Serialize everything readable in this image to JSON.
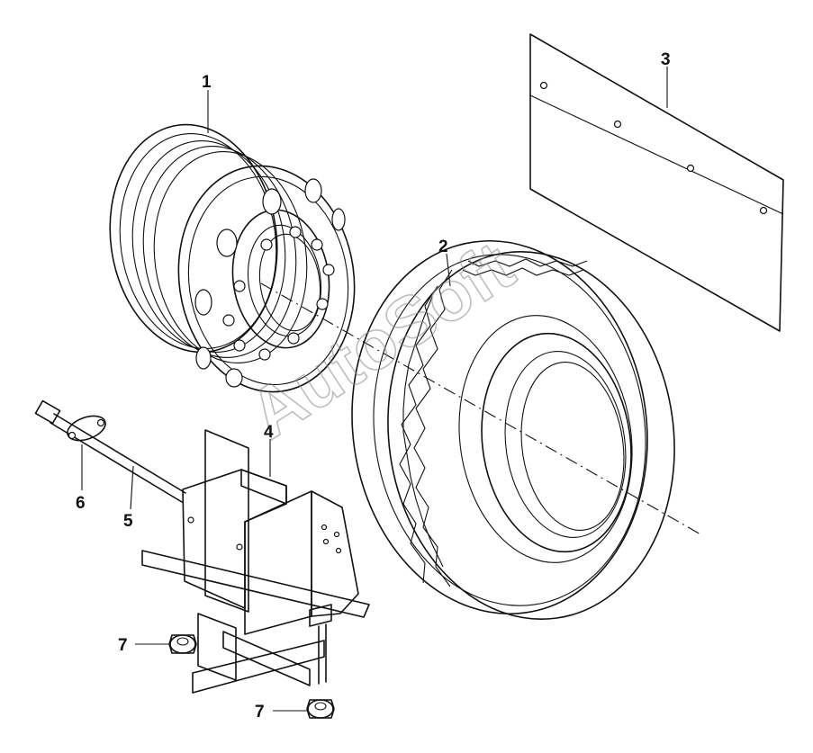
{
  "watermark": "AutoSoft",
  "callouts": {
    "c1": "1",
    "c2": "2",
    "c3": "3",
    "c4": "4",
    "c5": "5",
    "c6": "6",
    "c7a": "7",
    "c7b": "7"
  }
}
